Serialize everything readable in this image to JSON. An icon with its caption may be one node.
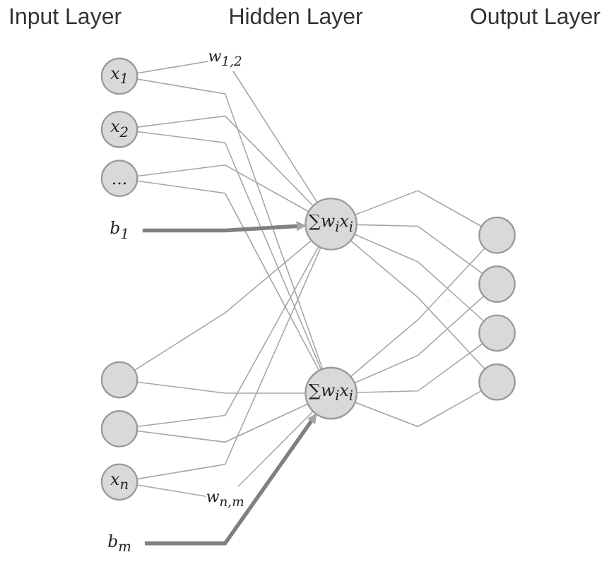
{
  "diagram": {
    "nodes": [
      {
        "text": [
          "x$_{1}$"
        ]
      },
      {
        "text": [
          "x$_{2}$"
        ]
      },
      {
        "text": [
          "..."
        ]
      },
      {
        "text": [],
        "shape": "circle"
      },
      {
        "text": [],
        "shape": "circle"
      },
      {
        "text": [
          "x$_{n}$"
        ]
      },
      {
        "text": [
          "∑w$_{i}$x$_{i}$"
        ]
      },
      {
        "text": [
          "b$_{1}$"
        ]
      },
      {
        "text": [
          "∑w$_{i}$x$_{i}$"
        ]
      },
      {
        "text": [
          "b$_{m}$"
        ]
      },
      {
        "text": [],
        "shape": "circle"
      },
      {
        "text": [],
        "shape": "circle"
      },
      {
        "text": [],
        "shape": "circle"
      },
      {
        "text": [],
        "shape": "circle"
      }
    ],
    "edges": [
      {
        "from": 0,
        "to": 6,
        "arrow": "none",
        "label": "w$_{1,2}$"
      },
      {
        "from": 0,
        "to": 8,
        "arrow": "none"
      },
      {
        "from": 1,
        "to": 6,
        "arrow": "none"
      },
      {
        "from": 1,
        "to": 8,
        "arrow": "none"
      },
      {
        "from": 2,
        "to": 6,
        "arrow": "none"
      },
      {
        "from": 2,
        "to": 8,
        "arrow": "none"
      },
      {
        "from": 3,
        "to": 6,
        "arrow": "none"
      },
      {
        "from": 3,
        "to": 8,
        "arrow": "none"
      },
      {
        "from": 4,
        "to": 6,
        "arrow": "none"
      },
      {
        "from": 4,
        "to": 8,
        "arrow": "none"
      },
      {
        "from": 5,
        "to": 6,
        "arrow": "none"
      },
      {
        "from": 5,
        "to": 8,
        "arrow": "none",
        "label": "w$_{n,m}$"
      },
      {
        "from": 6,
        "to": 10,
        "arrow": "none"
      },
      {
        "from": 6,
        "to": 11,
        "arrow": "none"
      },
      {
        "from": 6,
        "to": 12,
        "arrow": "none"
      },
      {
        "from": 6,
        "to": 13,
        "arrow": "none"
      },
      {
        "from": 8,
        "to": 10,
        "arrow": "none"
      },
      {
        "from": 8,
        "to": 11,
        "arrow": "none"
      },
      {
        "from": 8,
        "to": 12,
        "arrow": "none"
      },
      {
        "from": 8,
        "to": 13,
        "arrow": "none"
      },
      {
        "from": 7,
        "to": 6,
        "arrow": "to",
        "style": "thick",
        "color": "#808080"
      },
      {
        "from": 9,
        "to": 8,
        "arrow": "to",
        "style": "thick",
        "color": "#808080"
      }
    ],
    "labels": [
      "Input Layer",
      "Hidden Layer",
      "Output Layer"
    ]
  }
}
